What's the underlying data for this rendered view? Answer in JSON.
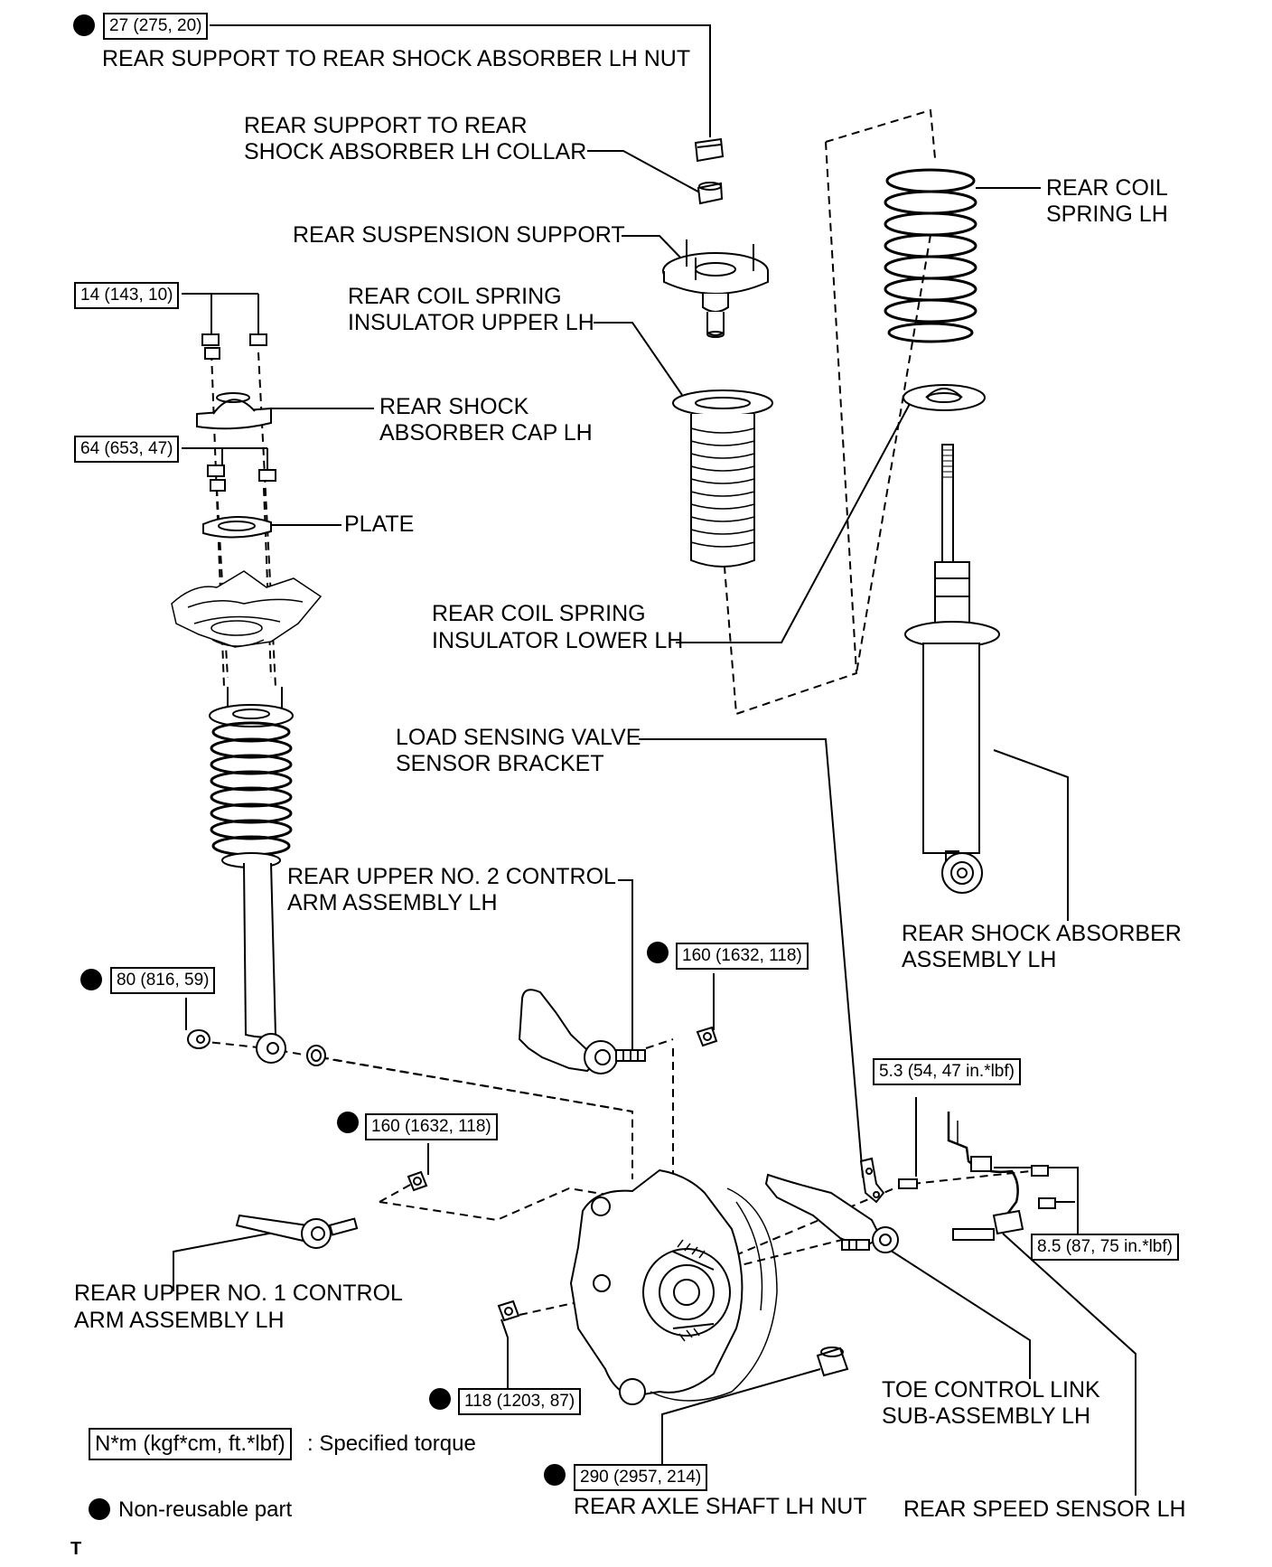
{
  "labels": {
    "rear_support_nut": "REAR SUPPORT TO REAR SHOCK ABSORBER LH NUT",
    "collar_1": "REAR SUPPORT TO REAR",
    "collar_2": "SHOCK ABSORBER LH COLLAR",
    "suspension_support": "REAR SUSPENSION SUPPORT",
    "insulator_upper_1": "REAR COIL SPRING",
    "insulator_upper_2": "INSULATOR UPPER LH",
    "coil_spring_1": "REAR COIL",
    "coil_spring_2": "SPRING LH",
    "cap_1": "REAR SHOCK",
    "cap_2": "ABSORBER CAP LH",
    "plate": "PLATE",
    "insulator_lower_1": "REAR COIL SPRING",
    "insulator_lower_2": "INSULATOR LOWER LH",
    "load_sensing_1": "LOAD SENSING VALVE",
    "load_sensing_2": "SENSOR BRACKET",
    "upper_arm2_1": "REAR UPPER NO. 2 CONTROL",
    "upper_arm2_2": "ARM ASSEMBLY LH",
    "shock_1": "REAR SHOCK ABSORBER",
    "shock_2": "ASSEMBLY LH",
    "upper_arm1_1": "REAR UPPER NO. 1 CONTROL",
    "upper_arm1_2": "ARM ASSEMBLY LH",
    "toe_link_1": "TOE CONTROL LINK",
    "toe_link_2": "SUB-ASSEMBLY LH",
    "axle_nut": "REAR AXLE SHAFT LH NUT",
    "speed_sensor": "REAR SPEED SENSOR LH"
  },
  "torques": {
    "t_top_nut": "27 (275, 20)",
    "t_cap": "14 (143, 10)",
    "t_plate": "64 (653, 47)",
    "t_lower_shock": "80 (816, 59)",
    "t_arm2": "160 (1632, 118)",
    "t_arm1": "160 (1632, 118)",
    "t_bracket": "5.3 (54, 47 in.*lbf)",
    "t_sensor": "8.5 (87, 75 in.*lbf)",
    "t_toe": "118 (1203, 87)",
    "t_axle": "290 (2957, 214)"
  },
  "legend": {
    "box": "N*m (kgf*cm, ft.*lbf)",
    "specified": ": Specified torque",
    "nonreusable": "Non-reusable part"
  },
  "footer": {
    "letter": "T"
  }
}
